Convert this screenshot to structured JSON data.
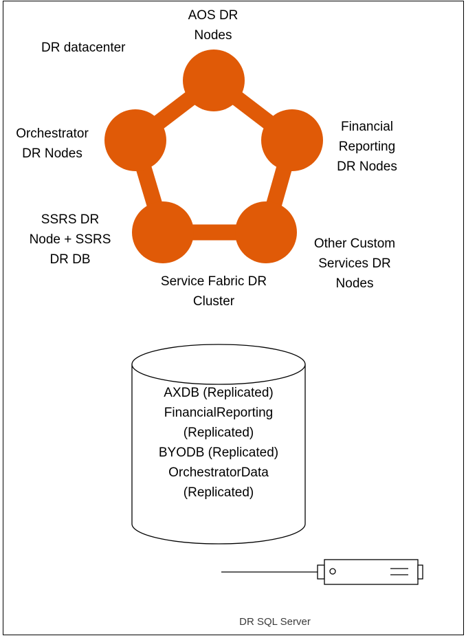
{
  "diagram": {
    "datacenter_label": "DR datacenter",
    "node_color": "#E05A07",
    "nodes": [
      {
        "id": "aos",
        "lines": [
          "AOS DR",
          "Nodes"
        ]
      },
      {
        "id": "financial-reporting",
        "lines": [
          "Financial",
          "Reporting",
          "DR Nodes"
        ]
      },
      {
        "id": "other-custom",
        "lines": [
          "Other Custom",
          "Services DR",
          "Nodes"
        ]
      },
      {
        "id": "ssrs",
        "lines": [
          "SSRS DR",
          "Node + SSRS",
          "DR DB"
        ]
      },
      {
        "id": "orchestrator",
        "lines": [
          "Orchestrator",
          "DR Nodes"
        ]
      }
    ],
    "cluster_label": [
      "Service Fabric DR",
      "Cluster"
    ],
    "database": {
      "lines": [
        "AXDB (Replicated)",
        "FinancialReporting",
        "(Replicated)",
        "BYODB (Replicated)",
        "OrchestratorData",
        "(Replicated)"
      ]
    },
    "server_label": "DR SQL Server"
  }
}
